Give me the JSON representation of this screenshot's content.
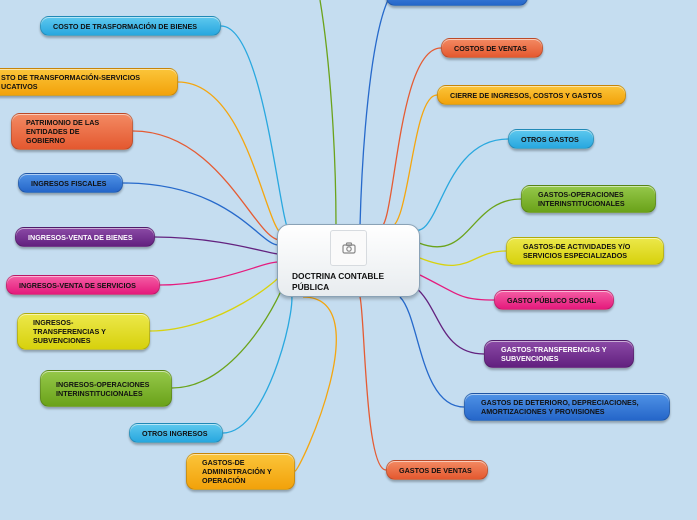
{
  "center": {
    "title": "DOCTRINA CONTABLE PÚBLICA",
    "icon": "camera-icon"
  },
  "left_nodes": [
    {
      "id": "costo-transformacion-bienes",
      "label": "COSTO DE TRASFORMACIÓN DE BIENES",
      "color": "#29a8df"
    },
    {
      "id": "costo-transformacion-servicios",
      "label": "STO DE TRANSFORMACIÓN-SERVICIOS UCATIVOS",
      "color": "#f4a60f"
    },
    {
      "id": "patrimonio-entidades",
      "label": "PATRIMONIO DE LAS ENTIDADES DE GOBIERNO",
      "color": "#e55b33"
    },
    {
      "id": "ingresos-fiscales",
      "label": "INGRESOS FISCALES",
      "color": "#2669cb"
    },
    {
      "id": "ingresos-venta-bienes",
      "label": "INGRESOS-VENTA DE BIENES",
      "color": "#63227f"
    },
    {
      "id": "ingresos-venta-servicios",
      "label": "INGRESOS-VENTA DE SERVICIOS",
      "color": "#e51b7e"
    },
    {
      "id": "ingresos-transferencias",
      "label": "INGRESOS-TRANSFERENCIAS Y SUBVENCIONES",
      "color": "#d8d20e"
    },
    {
      "id": "ingresos-operaciones",
      "label": "INGRESOS-OPERACIONES INTERINSTITUCIONALES",
      "color": "#6ba31b"
    },
    {
      "id": "otros-ingresos",
      "label": "OTROS INGRESOS",
      "color": "#29a8df"
    },
    {
      "id": "gastos-administracion",
      "label": "GASTOS-DE ADMINISTRACIÓN Y OPERACIÓN",
      "color": "#f4a60f"
    }
  ],
  "right_nodes": [
    {
      "id": "costos-ventas",
      "label": "COSTOS DE VENTAS",
      "color": "#e55b33"
    },
    {
      "id": "cierre-ingresos",
      "label": "CIERRE DE INGRESOS, COSTOS Y GASTOS",
      "color": "#f4a60f"
    },
    {
      "id": "otros-gastos",
      "label": "OTROS GASTOS",
      "color": "#29a8df"
    },
    {
      "id": "gastos-operaciones",
      "label": "GASTOS-OPERACIONES INTERINSTITUCIONALES",
      "color": "#6ba31b"
    },
    {
      "id": "gastos-actividades",
      "label": "GASTOS-DE ACTIVIDADES Y/O SERVICIOS ESPECIALIZADOS",
      "color": "#d8d20e"
    },
    {
      "id": "gasto-publico-social",
      "label": "GASTO PÚBLICO SOCIAL",
      "color": "#e51b7e"
    },
    {
      "id": "gastos-transferencias",
      "label": "GASTOS-TRANSFERENCIAS Y SUBVENCIONES",
      "color": "#63227f"
    },
    {
      "id": "gastos-deterioro",
      "label": "GASTOS DE DETERIORO, DEPRECIACIONES, AMORTIZACIONES Y PROVISIONES",
      "color": "#2669cb"
    },
    {
      "id": "gastos-ventas",
      "label": "GASTOS DE VENTAS",
      "color": "#e55b33"
    }
  ],
  "offscreen_links": [
    {
      "id": "top-green",
      "color": "#6ba31b"
    },
    {
      "id": "top-blue",
      "color": "#2669cb"
    }
  ]
}
